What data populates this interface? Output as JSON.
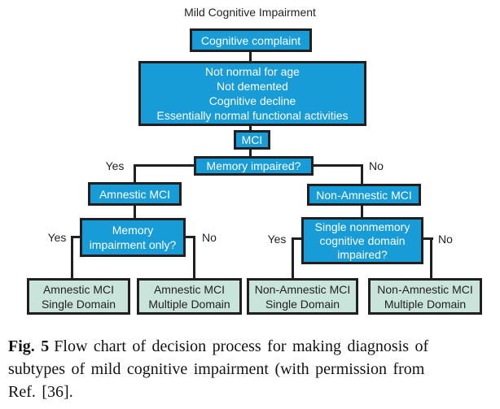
{
  "title": "Mild Cognitive Impairment",
  "colors": {
    "node_fill": "#189cd8",
    "node_border": "#231f20",
    "node_text": "#ffffff",
    "leaf_fill": "#c9e4da",
    "leaf_text": "#231f20",
    "connector": "#231f20",
    "background": "#ffffff"
  },
  "nodes": {
    "cognitive_complaint": {
      "label": "Cognitive complaint"
    },
    "criteria": {
      "label": "Not normal for age\nNot demented\nCognitive decline\nEssentially normal functional activities"
    },
    "mci": {
      "label": "MCI"
    },
    "memory_impaired": {
      "label": "Memory impaired?"
    },
    "amnestic_mci": {
      "label": "Amnestic MCI"
    },
    "non_amnestic_mci": {
      "label": "Non-Amnestic MCI"
    },
    "memory_impairment_only": {
      "label": "Memory\nimpairment only?"
    },
    "single_nonmemory": {
      "label": "Single nonmemory\ncognitive domain\nimpaired?"
    },
    "amnestic_single": {
      "label": "Amnestic MCI\nSingle Domain"
    },
    "amnestic_multiple": {
      "label": "Amnestic MCI\nMultiple Domain"
    },
    "non_amnestic_single": {
      "label": "Non-Amnestic MCI\nSingle Domain"
    },
    "non_amnestic_multiple": {
      "label": "Non-Amnestic MCI\nMultiple Domain"
    }
  },
  "branch_labels": {
    "memory_impaired_yes": "Yes",
    "memory_impaired_no": "No",
    "memory_only_yes": "Yes",
    "memory_only_no": "No",
    "single_nonmemory_yes": "Yes",
    "single_nonmemory_no": "No"
  },
  "caption": {
    "fig_label": "Fig. 5",
    "text": "Flow chart of decision process for making diagnosis of\nsubtypes of mild cognitive impairment (with permission from\nRef. [36]."
  }
}
